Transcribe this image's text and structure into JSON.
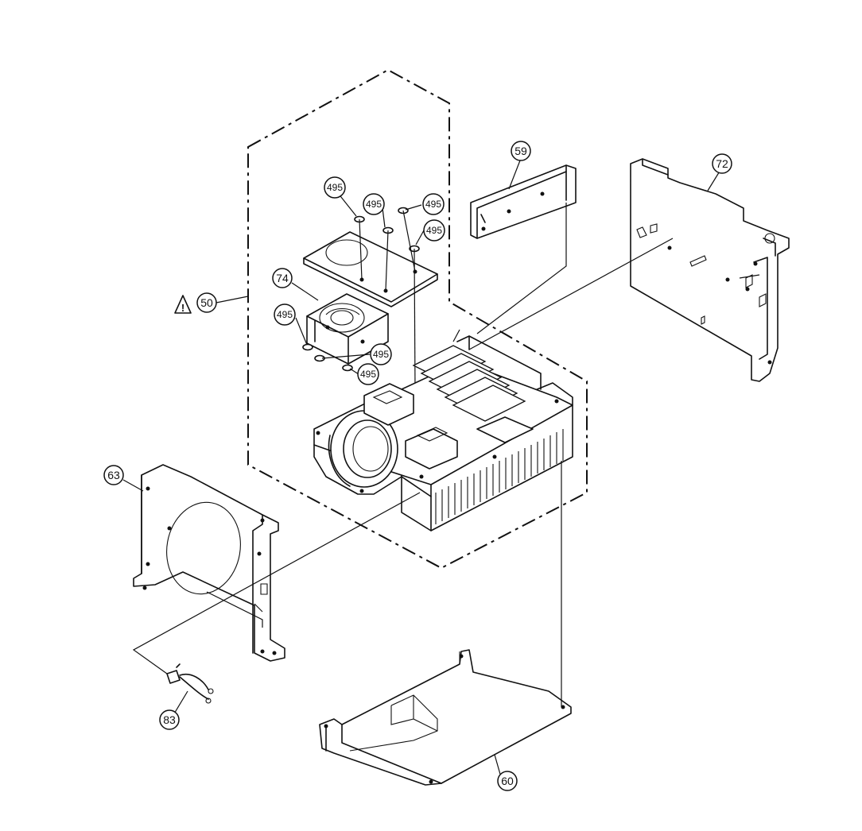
{
  "callouts": [
    {
      "id": "c50",
      "label": "50"
    },
    {
      "id": "c59",
      "label": "59"
    },
    {
      "id": "c60",
      "label": "60"
    },
    {
      "id": "c63",
      "label": "63"
    },
    {
      "id": "c72",
      "label": "72"
    },
    {
      "id": "c74",
      "label": "74"
    },
    {
      "id": "c83",
      "label": "83"
    },
    {
      "id": "c495a",
      "label": "495"
    },
    {
      "id": "c495b",
      "label": "495"
    },
    {
      "id": "c495c",
      "label": "495"
    },
    {
      "id": "c495d",
      "label": "495"
    },
    {
      "id": "c495e",
      "label": "495"
    },
    {
      "id": "c495f",
      "label": "495"
    },
    {
      "id": "c495g",
      "label": "495"
    }
  ],
  "warning_symbol": "!"
}
